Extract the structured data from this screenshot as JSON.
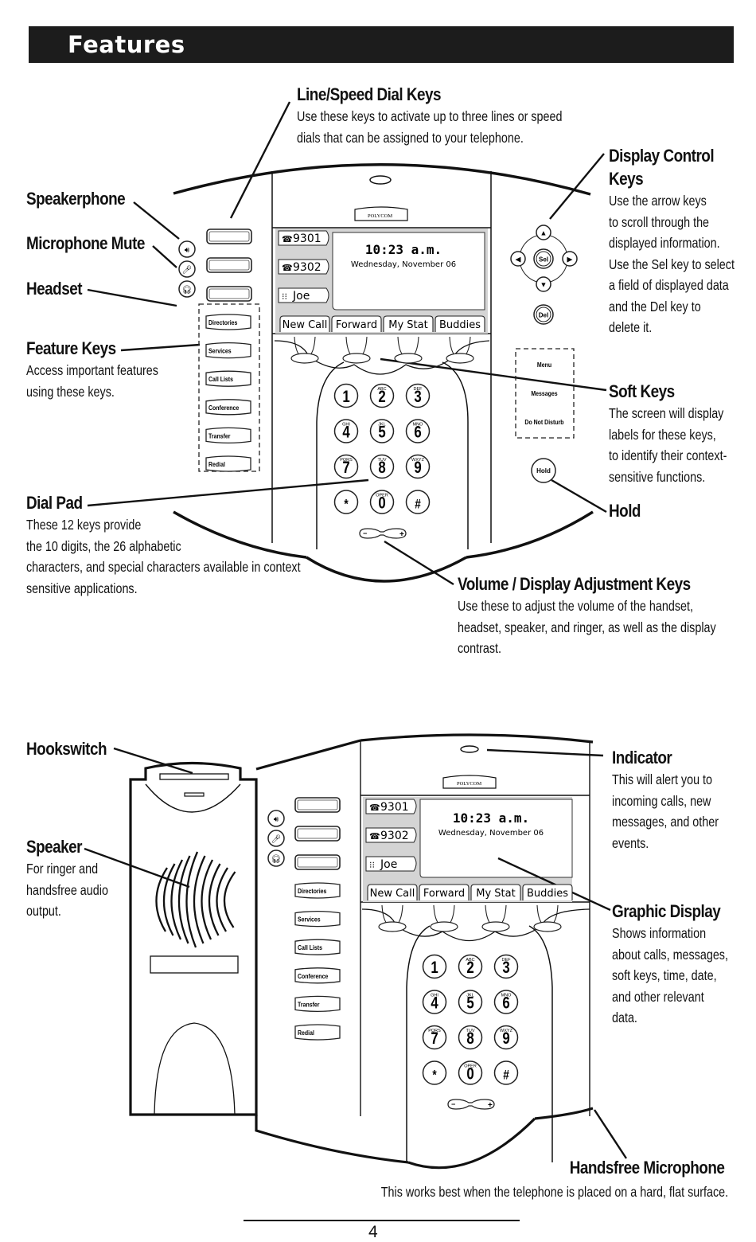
{
  "header": {
    "title": "Features"
  },
  "phone": {
    "brand": "POLYCOM",
    "display": {
      "lines": [
        {
          "icon": "phone-icon",
          "label": "9301"
        },
        {
          "icon": "phone-icon",
          "label": "9302"
        },
        {
          "icon": "speed-dial-icon",
          "label": "Joe"
        }
      ],
      "time": "10:23 a.m.",
      "date": "Wednesday, November 06",
      "softkeys": [
        "New Call",
        "Forward",
        "My Stat",
        "Buddies"
      ]
    },
    "feature_keys": [
      "Directories",
      "Services",
      "Call Lists",
      "Conference",
      "Transfer",
      "Redial"
    ],
    "right_keys": [
      "Menu",
      "Messages",
      "Do Not Disturb"
    ],
    "hold_label": "Hold",
    "sel_label": "Sel",
    "del_label": "Del",
    "dialpad": [
      {
        "digit": "1",
        "letters": ""
      },
      {
        "digit": "2",
        "letters": "ABC"
      },
      {
        "digit": "3",
        "letters": "DEF"
      },
      {
        "digit": "4",
        "letters": "GHI"
      },
      {
        "digit": "5",
        "letters": "JKL"
      },
      {
        "digit": "6",
        "letters": "MNO"
      },
      {
        "digit": "7",
        "letters": "PQRS"
      },
      {
        "digit": "8",
        "letters": "TUV"
      },
      {
        "digit": "9",
        "letters": "WXYZ"
      },
      {
        "digit": "*",
        "letters": ""
      },
      {
        "digit": "0",
        "letters": "OPER"
      },
      {
        "digit": "#",
        "letters": ""
      }
    ]
  },
  "callouts": {
    "line_speed_dial": {
      "title": "Line/Speed Dial Keys",
      "lines": [
        "Use these keys to activate up to three lines or speed",
        "dials that can be assigned to your telephone."
      ]
    },
    "display_control": {
      "title_lines": [
        "Display Control",
        "Keys"
      ],
      "lines": [
        "Use the arrow keys",
        "to scroll through the",
        "displayed information.",
        "Use the Sel key to select",
        "a field of displayed data",
        "and the Del key to",
        "delete it."
      ]
    },
    "speakerphone": {
      "title": "Speakerphone"
    },
    "microphone_mute": {
      "title": "Microphone Mute"
    },
    "headset": {
      "title": "Headset"
    },
    "feature_keys": {
      "title": "Feature Keys",
      "lines": [
        "Access important features",
        "using these keys."
      ]
    },
    "soft_keys": {
      "title": "Soft Keys",
      "lines": [
        "The screen will display",
        "labels for these keys,",
        "to identify their context-",
        "sensitive functions."
      ]
    },
    "hold": {
      "title": "Hold"
    },
    "dial_pad": {
      "title": "Dial Pad",
      "lines": [
        "These 12 keys provide",
        "the 10 digits, the 26 alphabetic",
        "characters, and special characters available in context",
        "sensitive applications."
      ]
    },
    "volume": {
      "title": "Volume / Display Adjustment Keys",
      "lines": [
        "Use these to adjust the volume of the handset,",
        "headset, speaker, and ringer, as well as the display",
        "contrast."
      ]
    },
    "hookswitch": {
      "title": "Hookswitch"
    },
    "speaker": {
      "title": "Speaker",
      "lines": [
        "For ringer and",
        "handsfree audio",
        "output."
      ]
    },
    "indicator": {
      "title": "Indicator",
      "lines": [
        "This will alert you to",
        "incoming calls, new",
        "messages, and other",
        "events."
      ]
    },
    "graphic_display": {
      "title": "Graphic Display",
      "lines": [
        "Shows information",
        "about calls, messages,",
        "soft keys, time, date,",
        "and other relevant",
        "data."
      ]
    },
    "handsfree_mic": {
      "title": "Handsfree Microphone",
      "lines": [
        "This works best when the telephone is placed on a hard, flat surface."
      ]
    }
  },
  "footer": {
    "page_number": "4"
  }
}
